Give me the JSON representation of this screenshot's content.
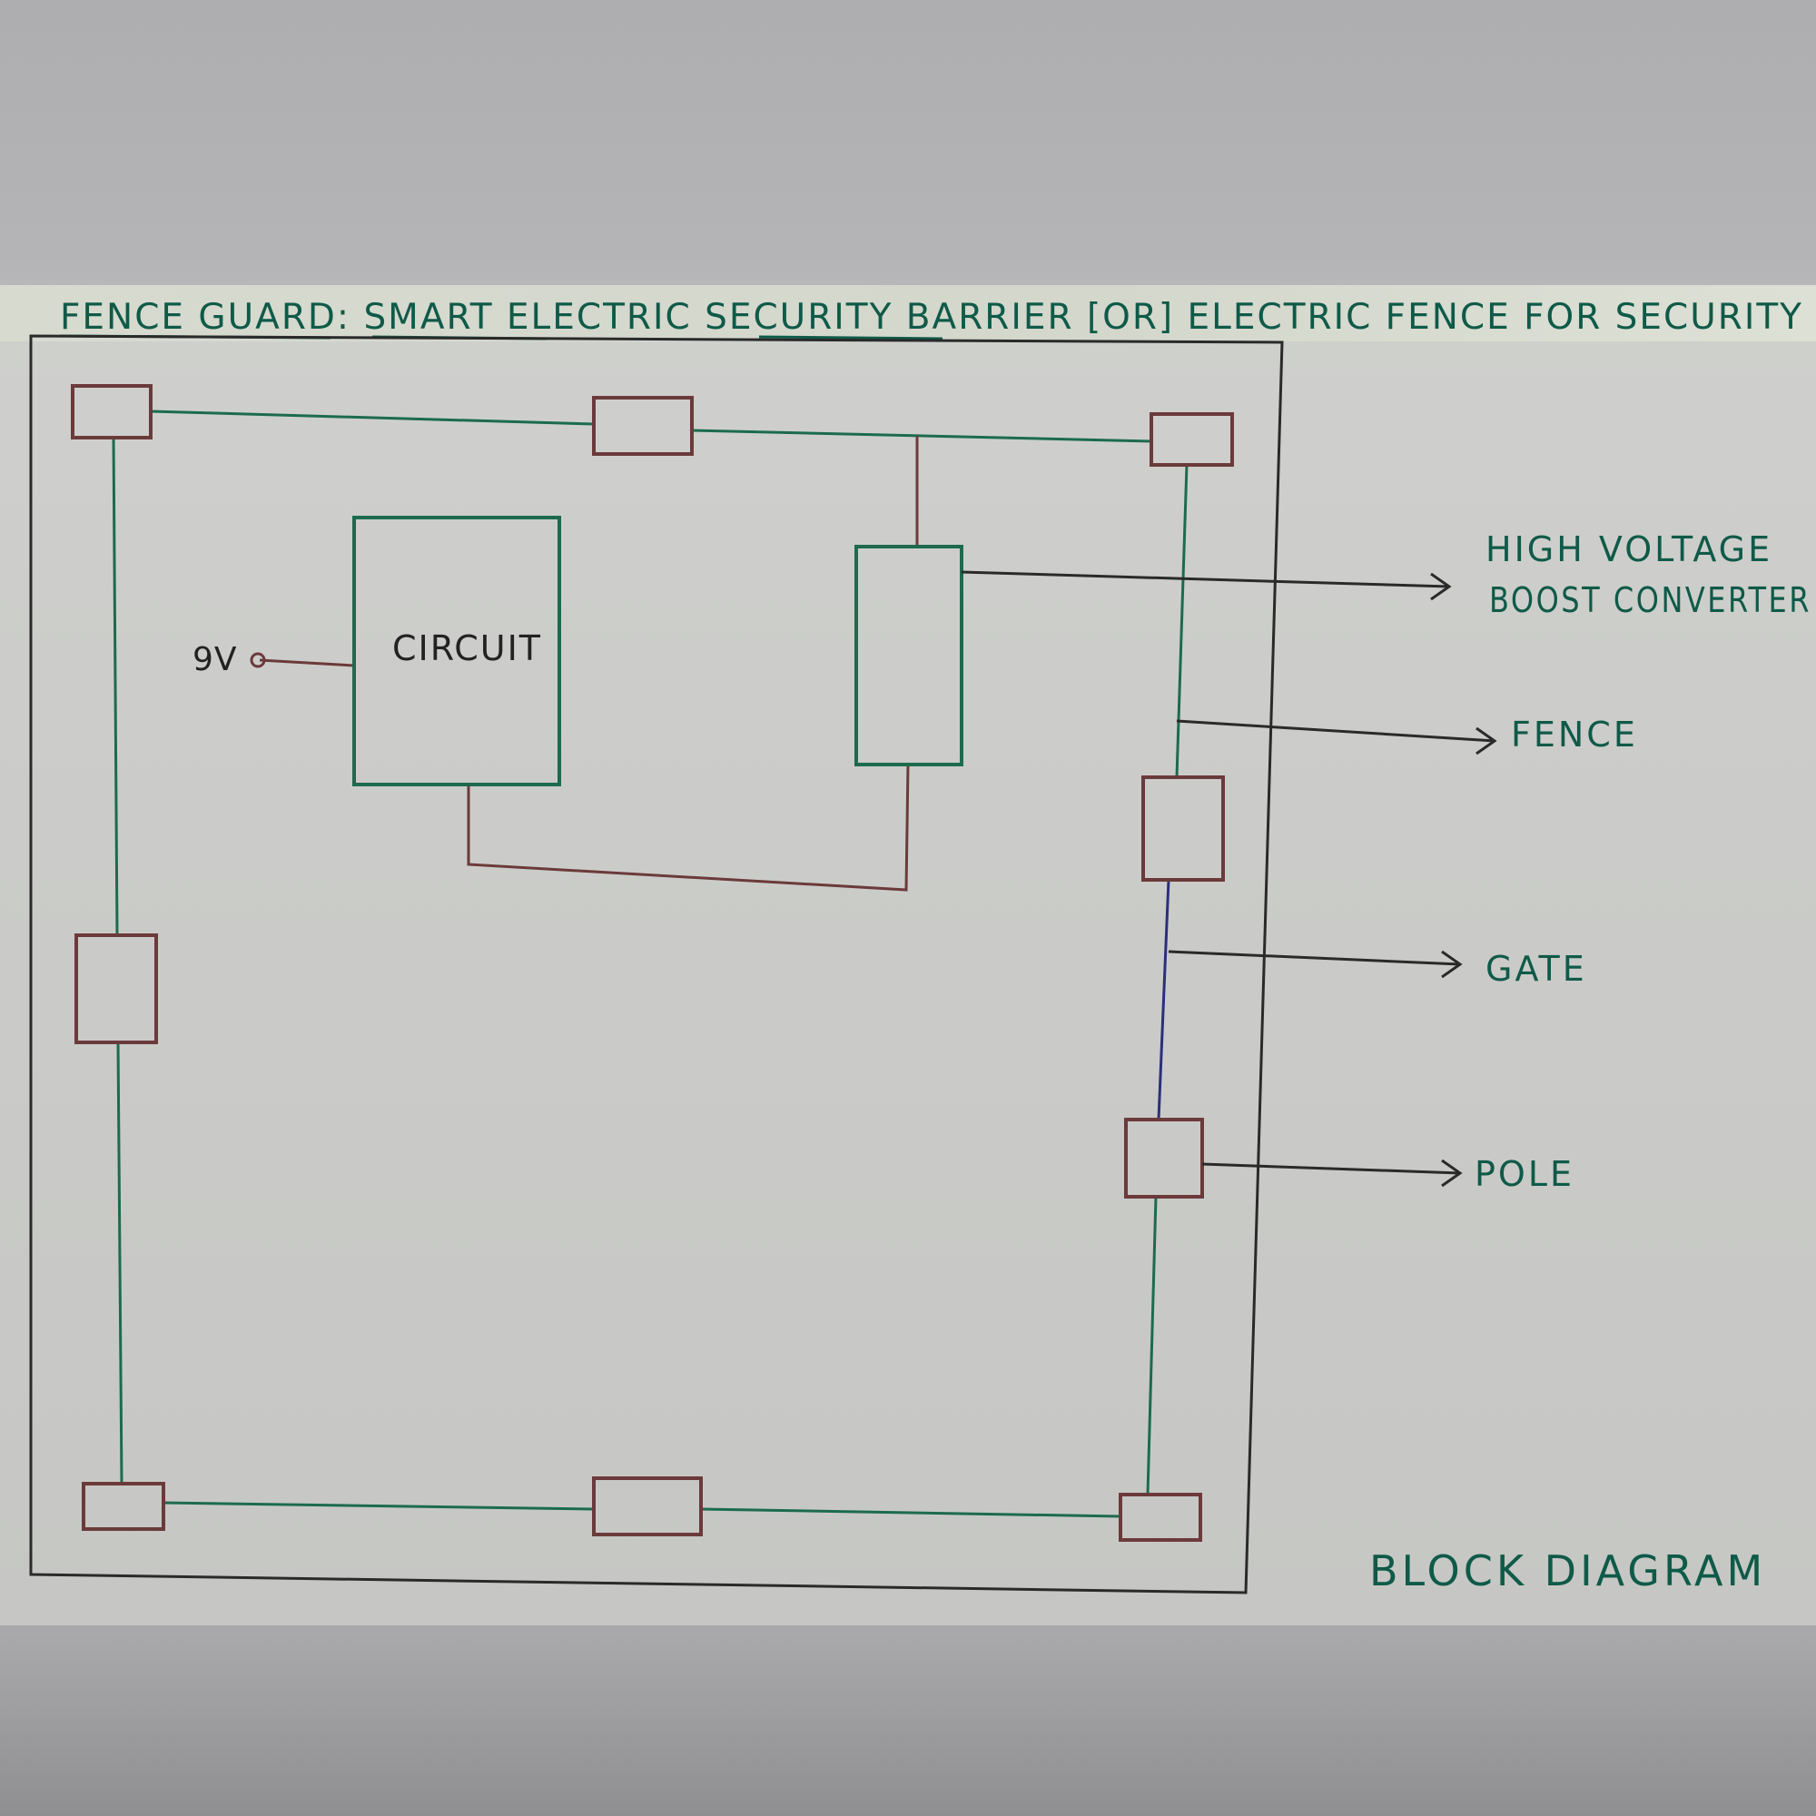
{
  "title": {
    "main": "FENCE GUARD: SMART ELECTRIC SECURITY BARRIER [OR] ELECTRIC FENCE FOR SECURITY"
  },
  "blocks": {
    "circuit": "CIRCUIT",
    "input": "9V"
  },
  "labels": {
    "converter_line1": "HIGH VOLTAGE",
    "converter_line2": "BOOST CONVERTER",
    "fence": "FENCE",
    "gate": "GATE",
    "pole": "POLE"
  },
  "caption": "BLOCK DIAGRAM",
  "colors": {
    "ink_green": "#1c6b4e",
    "ink_red": "#6b3a3a",
    "ink_black": "#2a2a2a",
    "ink_blue": "#2b2f7a",
    "title_green": "#0f5a48"
  }
}
